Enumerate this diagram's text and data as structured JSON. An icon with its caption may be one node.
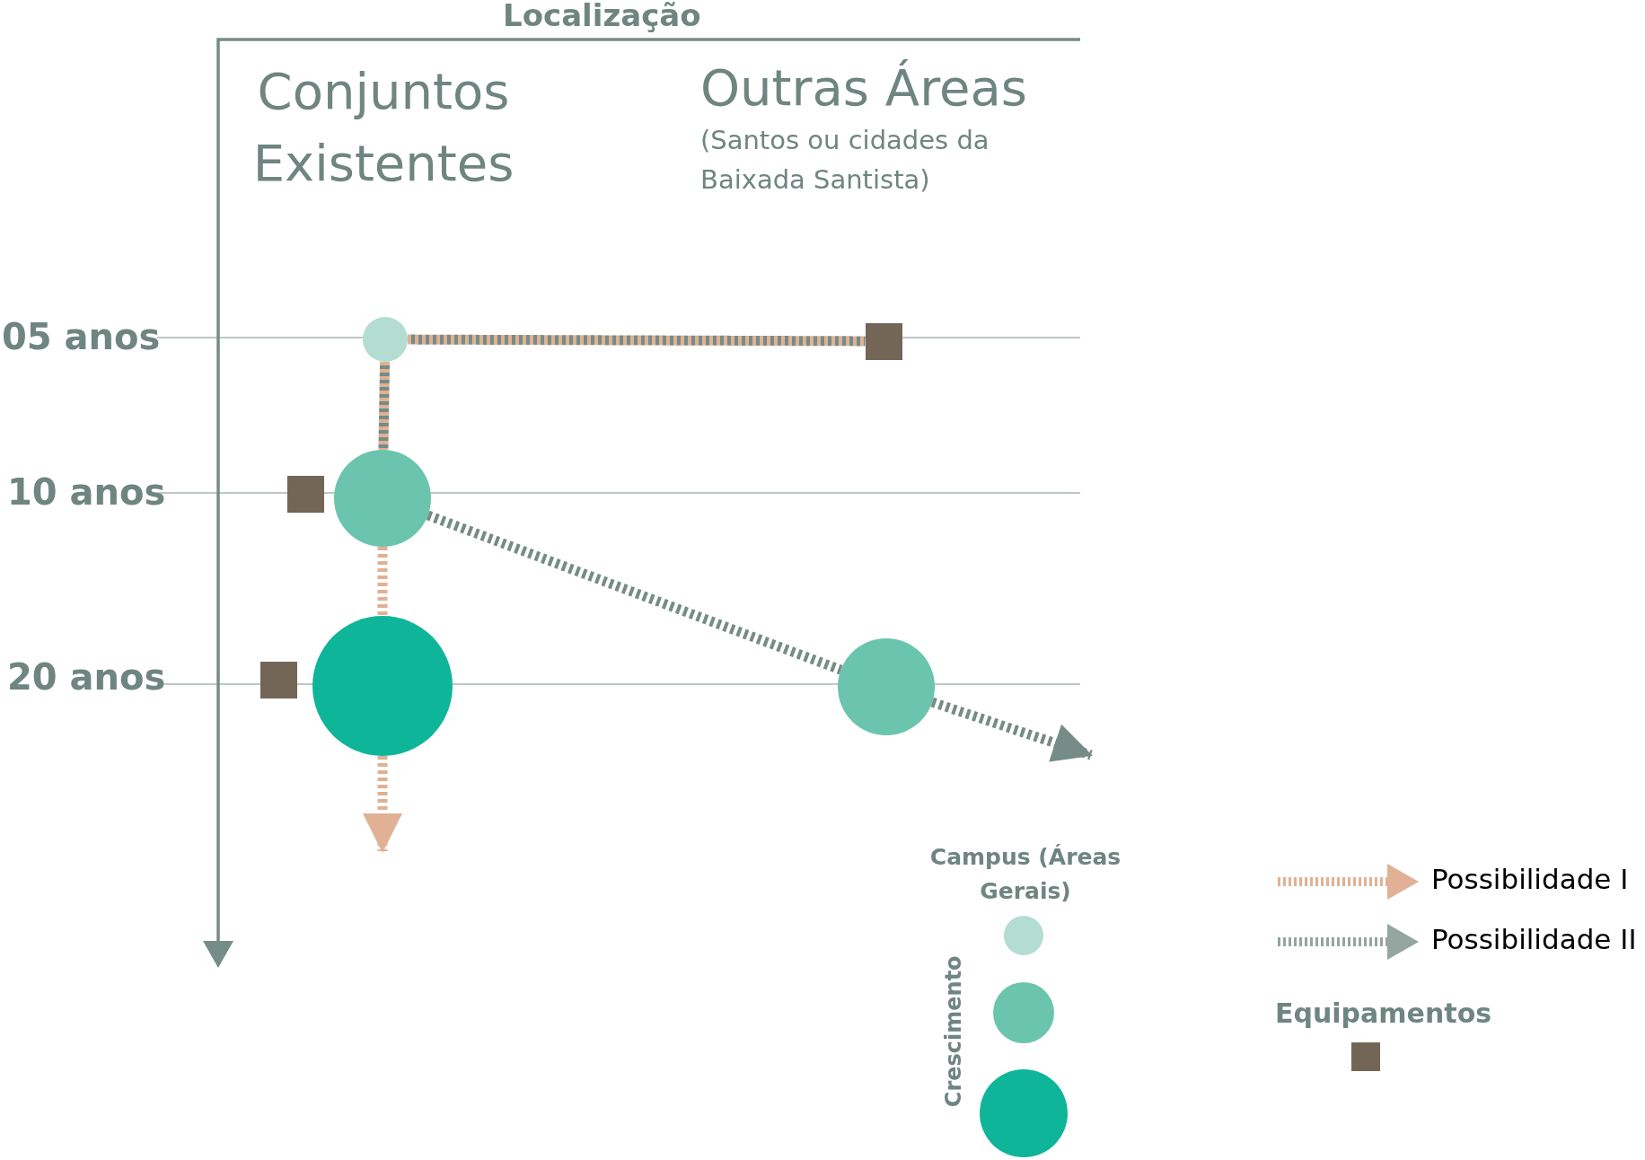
{
  "diagram": {
    "title": "Localização",
    "nodes": [
      {
        "text": [],
        "shape": "circle"
      },
      {
        "text": [],
        "shape": "box"
      },
      {
        "text": [],
        "shape": "box"
      },
      {
        "text": [],
        "shape": "circle"
      },
      {
        "text": [],
        "shape": "box"
      },
      {
        "text": [],
        "shape": "circle"
      },
      {
        "text": [],
        "shape": "circle"
      }
    ],
    "edges": [
      {
        "from": 0,
        "to": 1,
        "arrow": "none",
        "style": "dashed",
        "color": "#e0b194"
      },
      {
        "from": 0,
        "to": 1,
        "arrow": "none",
        "style": "dashed",
        "color": "#768c86"
      },
      {
        "from": 0,
        "to": 3,
        "arrow": "none",
        "style": "dashed",
        "color": "#e0b194"
      },
      {
        "from": 0,
        "to": 3,
        "arrow": "none",
        "style": "dashed",
        "color": "#768c86"
      },
      {
        "from": 3,
        "to": 5,
        "arrow": "none",
        "style": "dashed",
        "color": "#e0b194"
      },
      {
        "from": 5,
        "to": null,
        "arrow": "to",
        "style": "dashed",
        "color": "#e0b194"
      },
      {
        "from": 3,
        "to": 6,
        "arrow": "none",
        "style": "dashed",
        "color": "#768c86"
      },
      {
        "from": 6,
        "to": null,
        "arrow": "to",
        "style": "dashed",
        "color": "#768c86"
      }
    ],
    "labels": [
      "Conjuntos Existentes",
      "Outras Áreas",
      "(Santos ou cidades da Baixada Santista)",
      "05 anos",
      "10 anos",
      "20 anos",
      "Crescimento"
    ],
    "legend": [
      {
        "text": "Campus (Áreas Gerais)"
      },
      {
        "text": "Possibilidade I"
      },
      {
        "text": "Possibilidade II"
      },
      {
        "text": "Equipamentos",
        "color": "#736657"
      }
    ]
  }
}
